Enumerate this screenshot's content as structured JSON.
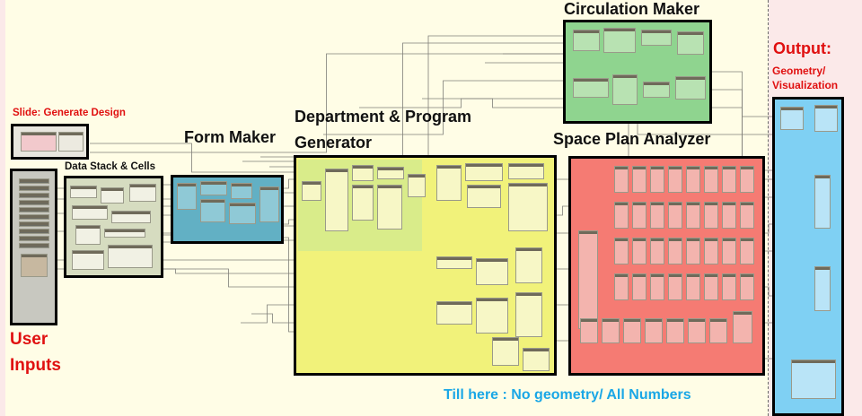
{
  "labels": {
    "slide": "Slide: Generate Design",
    "data_stack": "Data Stack & Cells",
    "form_maker": "Form Maker",
    "dept_line1": "Department & Program",
    "dept_line2": "Generator",
    "circulation": "Circulation Maker",
    "space_plan": "Space Plan Analyzer",
    "output_title": "Output:",
    "output_sub1": "Geometry/",
    "output_sub2": "Visualization",
    "user_line1": "User",
    "user_line2": "Inputs",
    "till_here": "Till here : No geometry/ All Numbers"
  },
  "colors": {
    "canvas": "#fffde6",
    "page": "#fbe9e9",
    "slide_group": "#e8e6de",
    "user_inputs_group": "#c8c8c0",
    "data_stack_group": "#d6dcc0",
    "form_maker_group": "#62b0c4",
    "department_group": "#f1f27a",
    "circulation_group": "#8fd48f",
    "space_plan_group": "#f57b73",
    "output_group": "#7fd0f3",
    "label_red": "#e01010",
    "label_blue": "#1aa7e6"
  }
}
